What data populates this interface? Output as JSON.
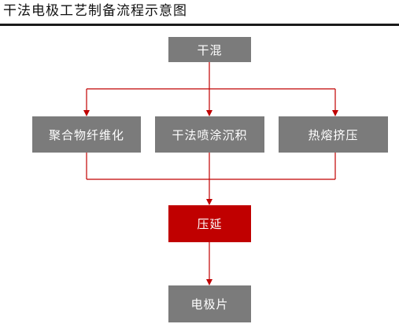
{
  "title": "干法电极工艺制备流程示意图",
  "colors": {
    "node_gray": "#7b7b7b",
    "node_red": "#c00000",
    "connector": "#c00000",
    "title_rule": "#1a1a1a"
  },
  "nodes": {
    "dry_mix": "干混",
    "polymer_fiberization": "聚合物纤维化",
    "dry_spray_deposition": "干法喷涂沉积",
    "hot_melt_extrusion": "热熔挤压",
    "calendering": "压延",
    "electrode_sheet": "电极片"
  }
}
